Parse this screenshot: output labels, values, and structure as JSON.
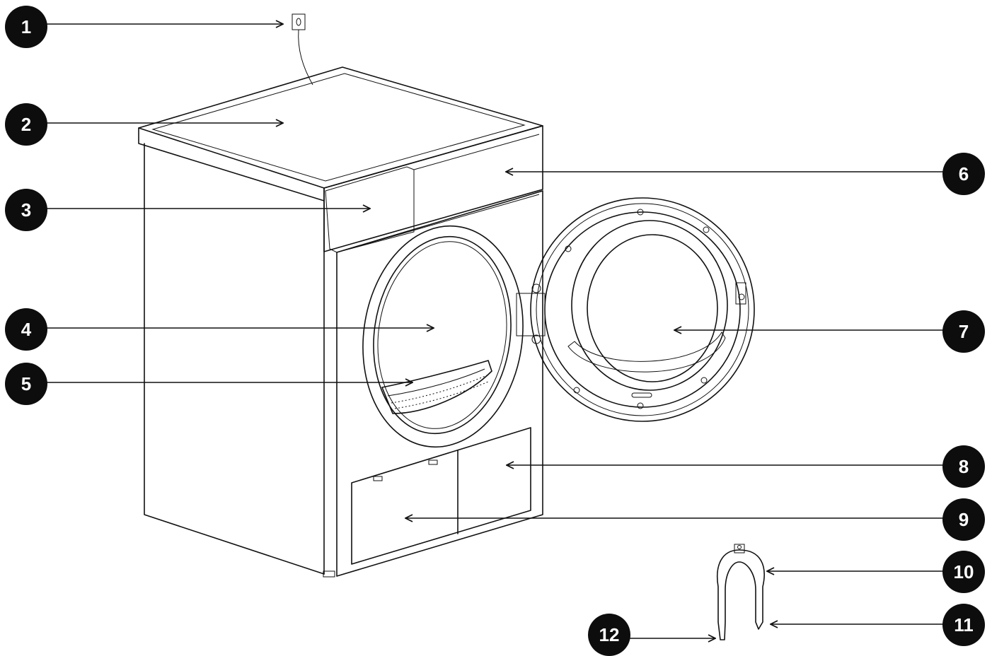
{
  "callouts": [
    {
      "id": "1",
      "label": "1"
    },
    {
      "id": "2",
      "label": "2"
    },
    {
      "id": "3",
      "label": "3"
    },
    {
      "id": "4",
      "label": "4"
    },
    {
      "id": "5",
      "label": "5"
    },
    {
      "id": "6",
      "label": "6"
    },
    {
      "id": "7",
      "label": "7"
    },
    {
      "id": "8",
      "label": "8"
    },
    {
      "id": "9",
      "label": "9"
    },
    {
      "id": "10",
      "label": "10"
    },
    {
      "id": "11",
      "label": "11"
    },
    {
      "id": "12",
      "label": "12"
    }
  ],
  "colors": {
    "ink": "#111111",
    "badge": "#0d0d0d",
    "badge_text": "#ffffff",
    "background": "#ffffff"
  }
}
